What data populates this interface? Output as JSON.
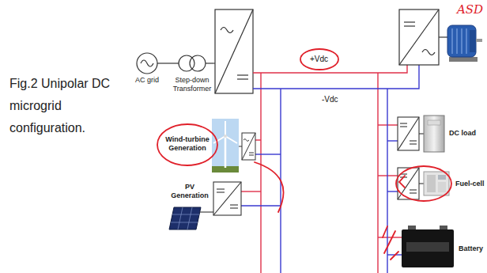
{
  "diagram": {
    "caption": "Fig.2 Unipolar DC microgrid configuration.",
    "nodes": [
      {
        "text": [
          "AC grid"
        ]
      },
      {
        "text": [
          "Step-down Transformer"
        ]
      },
      {
        "text": [
          "Wind-turbine Generation"
        ]
      },
      {
        "text": [
          "PV Generation"
        ]
      },
      {
        "text": [
          "DC load"
        ]
      },
      {
        "text": [
          "Fuel-cell"
        ]
      },
      {
        "text": [
          "Battery"
        ]
      }
    ],
    "edges": [
      {
        "from": 0,
        "to": 1,
        "arrow": "none"
      }
    ],
    "labels": [
      "+Vdc",
      "-Vdc",
      "ASD"
    ]
  }
}
